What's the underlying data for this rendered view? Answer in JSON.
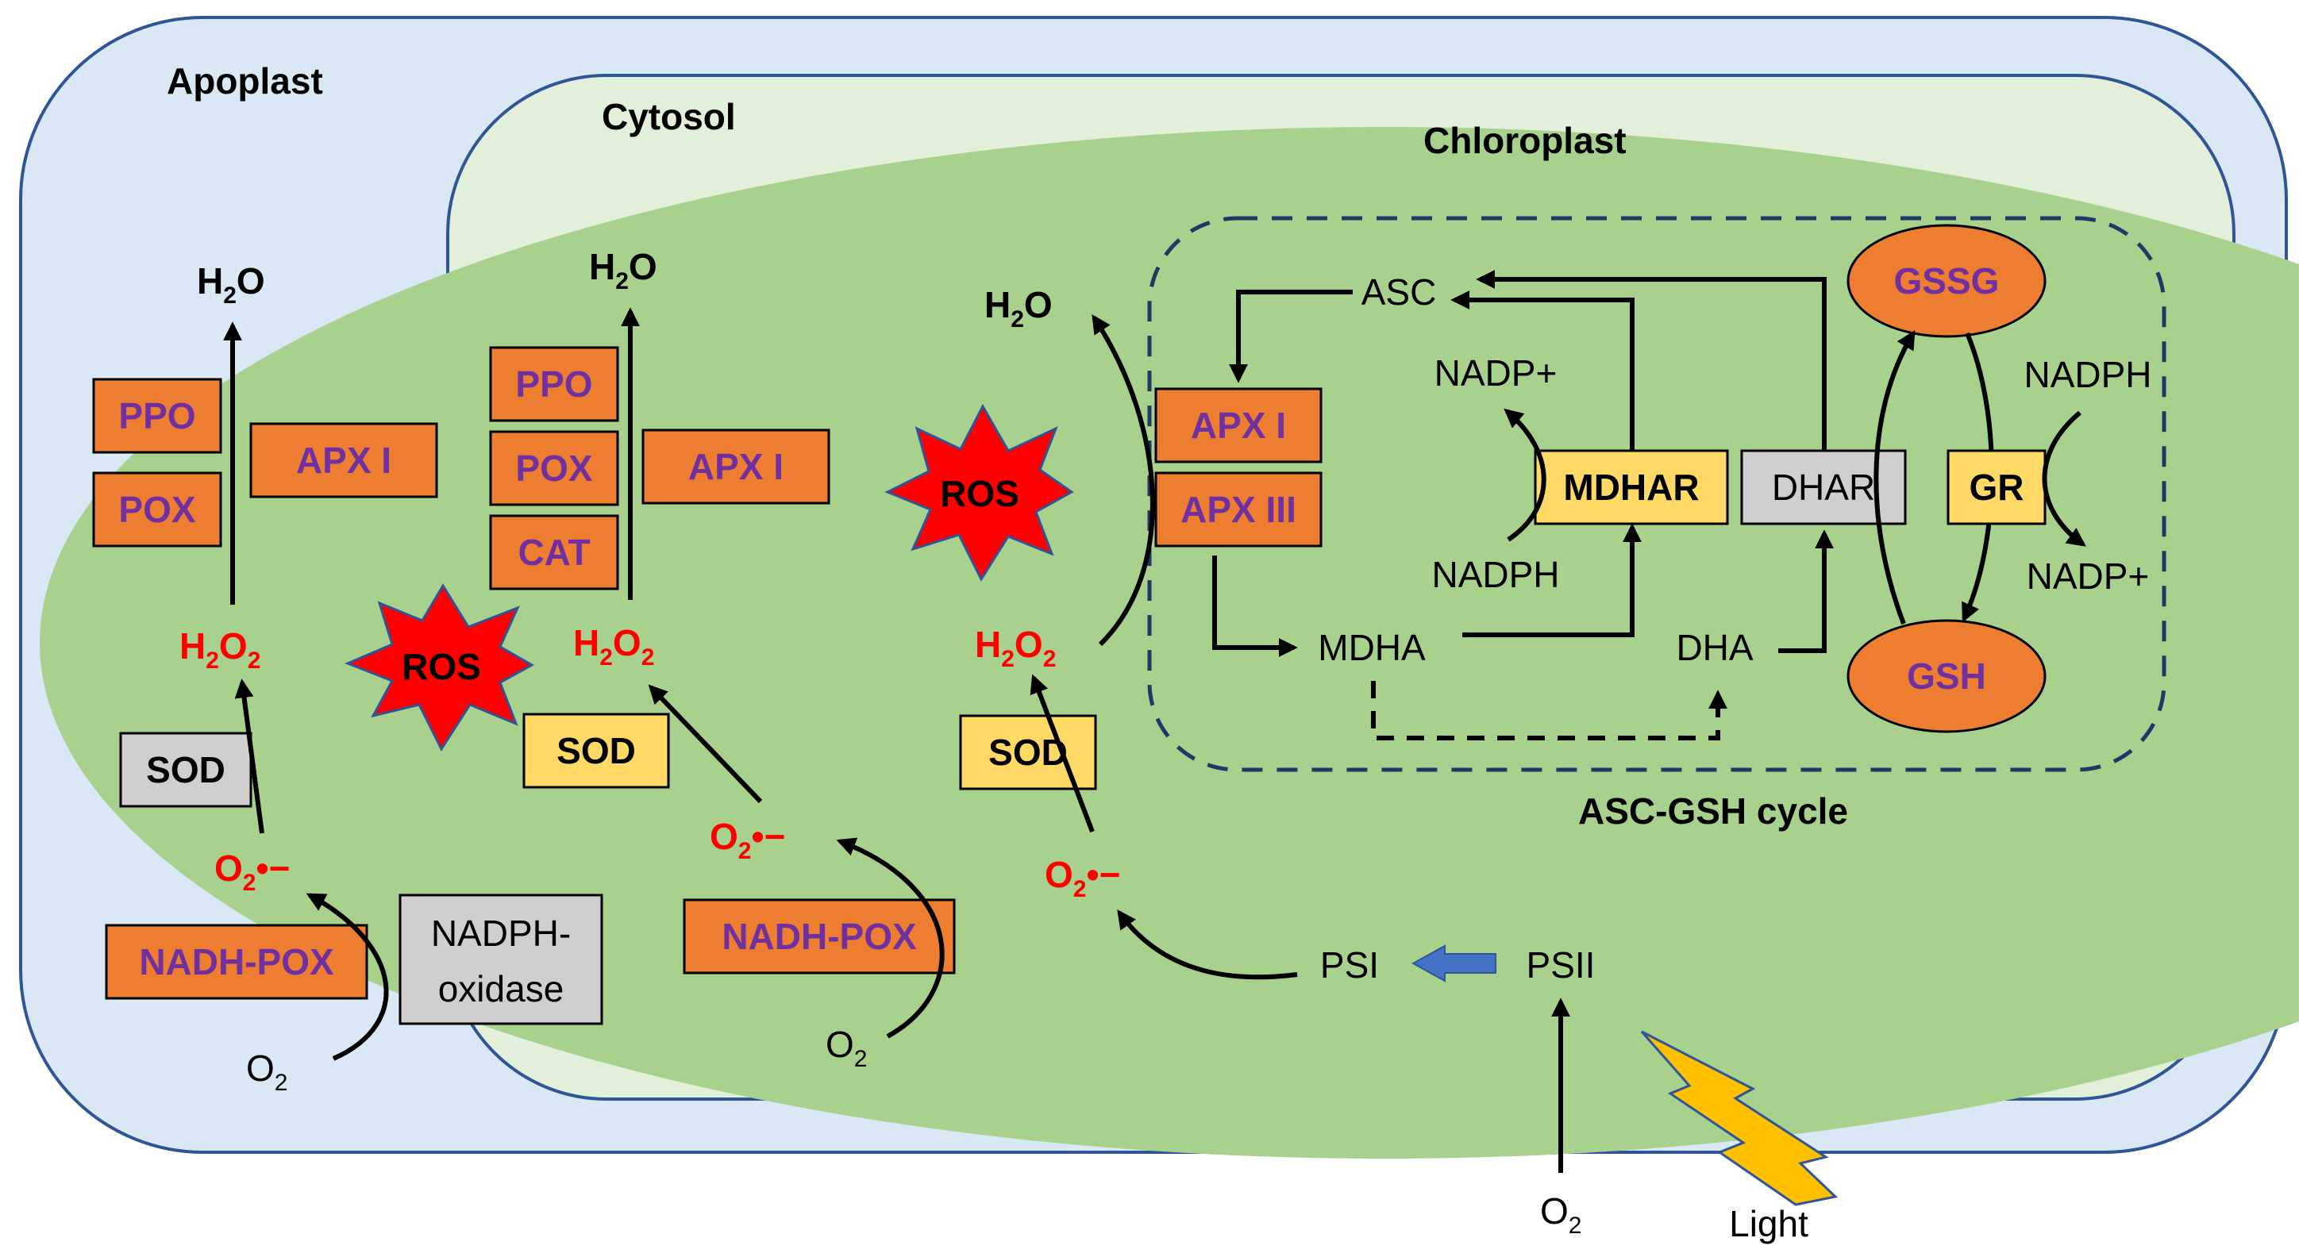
{
  "compartments": {
    "apoplast": "Apoplast",
    "cytosol": "Cytosol",
    "chloroplast": "Chloroplast",
    "cycle": "ASC-GSH cycle"
  },
  "apoplast": {
    "ppo": "PPO",
    "pox": "POX",
    "apx1": "APX I",
    "water": "H2O",
    "h2o2": "H2O2",
    "sod": "SOD",
    "superoxide": "O2•−",
    "nadh_pox": "NADH-POX",
    "nadph_oxidase_1": "NADPH-",
    "nadph_oxidase_2": "oxidase",
    "oxygen": "O2"
  },
  "ros_label": "ROS",
  "cytosol": {
    "ppo": "PPO",
    "pox": "POX",
    "cat": "CAT",
    "apx1": "APX I",
    "water": "H2O",
    "h2o2": "H2O2",
    "sod": "SOD",
    "superoxide": "O2•−",
    "nadh_pox": "NADH-POX",
    "oxygen": "O2"
  },
  "chloroplast": {
    "water": "H2O",
    "h2o2": "H2O2",
    "sod": "SOD",
    "superoxide": "O2•−",
    "apx1": "APX I",
    "apx3": "APX III",
    "asc": "ASC",
    "mdha": "MDHA",
    "dha": "DHA",
    "mdhar": "MDHAR",
    "dhar": "DHAR",
    "gr": "GR",
    "gssg": "GSSG",
    "gsh": "GSH",
    "nadp_plus_left": "NADP+",
    "nadph_left": "NADPH",
    "nadph_right": "NADPH",
    "nadp_plus_right": "NADP+",
    "psi": "PSI",
    "psii": "PSII",
    "oxygen": "O2",
    "light": "Light"
  },
  "colors": {
    "apoplast_fill": "#DAE8F5",
    "cytosol_fill": "#E2EFDA",
    "chloroplast_fill": "#A9D18E",
    "enzyme_orange": "#ED7D31",
    "enzyme_yellow": "#FFD966",
    "enzyme_gray": "#D0CECE",
    "enzyme_text": "#7030A0",
    "reactive_species": "#FF0000",
    "light_bolt": "#FFC000",
    "electron_arrow": "#4472C4"
  }
}
